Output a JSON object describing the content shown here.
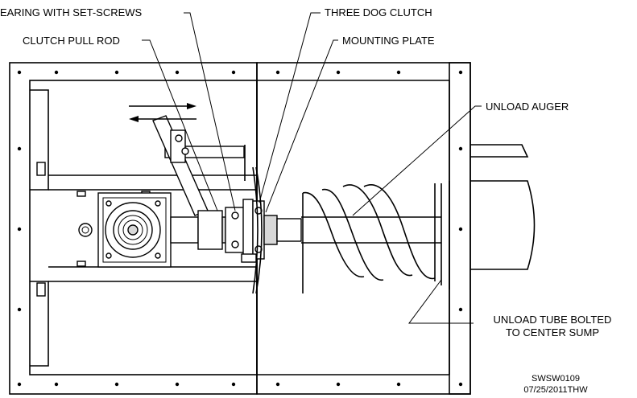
{
  "labels": {
    "bearing": "EARING WITH SET-SCREWS",
    "pull_rod": "CLUTCH PULL ROD",
    "dog_clutch": "THREE DOG CLUTCH",
    "mounting_plate": "MOUNTING PLATE",
    "unload_auger": "UNLOAD AUGER",
    "unload_tube_line1": "UNLOAD TUBE BOLTED",
    "unload_tube_line2": "TO CENTER SUMP"
  },
  "drawing_id": {
    "number": "SWSW0109",
    "date_author": "07/25/2011THW"
  }
}
